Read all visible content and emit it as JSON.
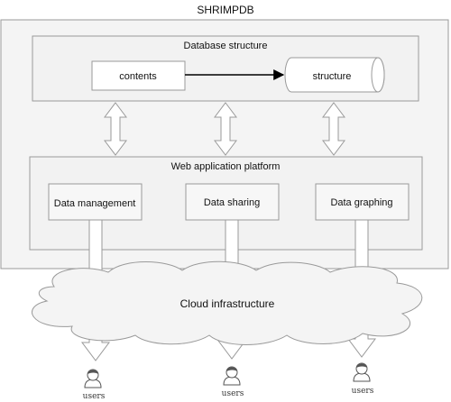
{
  "title": "SHRIMPDB",
  "database": {
    "label": "Database structure",
    "contents_label": "contents",
    "structure_label": "structure"
  },
  "web": {
    "label": "Web application platform",
    "modules": [
      "Data management",
      "Data sharing",
      "Data graphing"
    ]
  },
  "cloud": {
    "label": "Cloud infrastructure"
  },
  "users": [
    "users",
    "users",
    "users"
  ],
  "colors": {
    "stroke": "#9a9a9a",
    "fill": "#f2f2f2",
    "box": "#ffffff",
    "arrow_fill": "#ffffff",
    "connector": "#000000"
  }
}
